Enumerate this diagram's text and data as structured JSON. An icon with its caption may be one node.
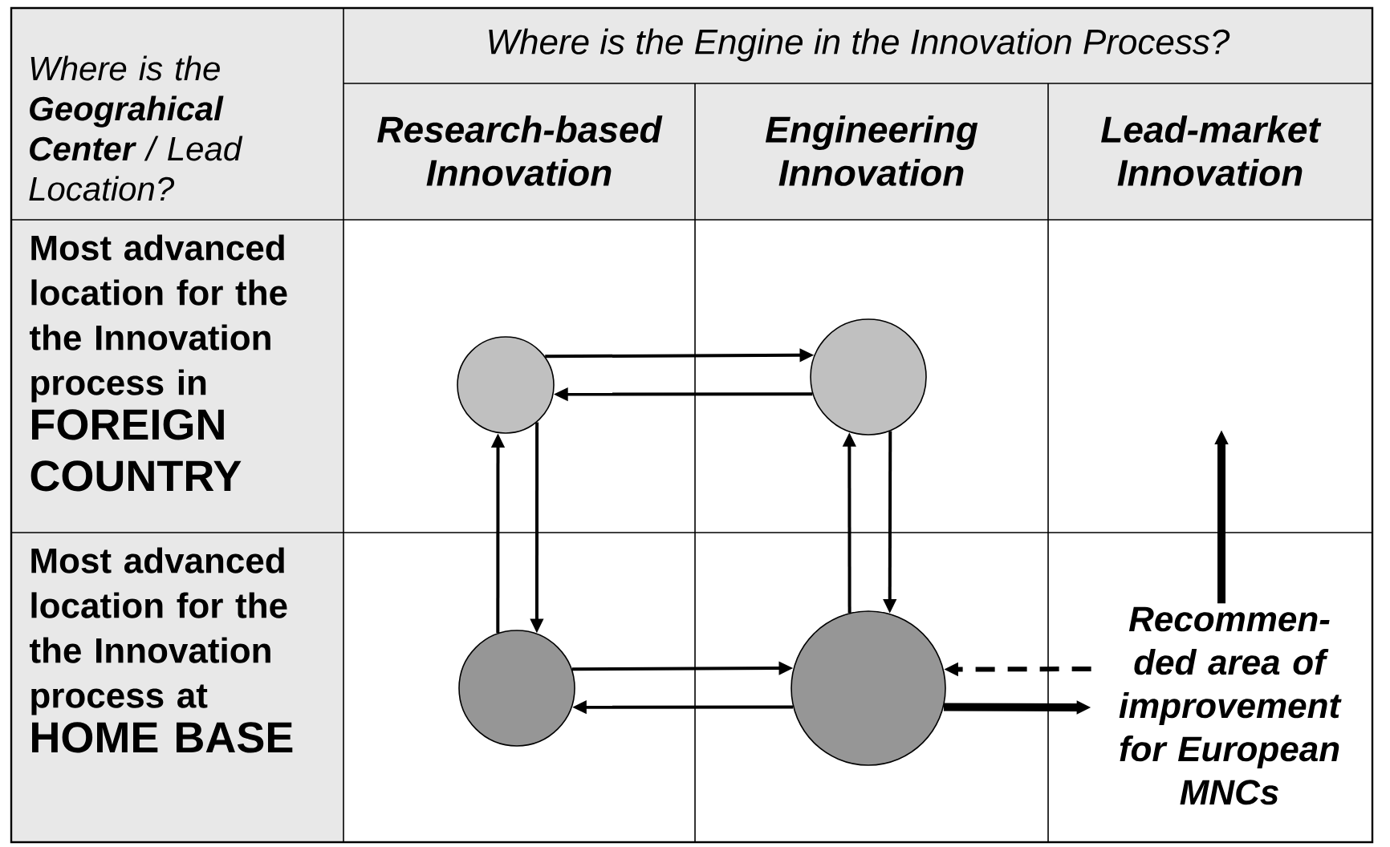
{
  "diagram": {
    "nodes": [
      {
        "text": [],
        "shape": "circle"
      },
      {
        "text": [],
        "shape": "circle"
      },
      {
        "text": [],
        "shape": "circle"
      },
      {
        "text": [],
        "shape": "circle"
      },
      {
        "text": [
          "Recommen- ded area of improvement for European MNCs"
        ]
      }
    ],
    "edges": [
      {
        "from": 0,
        "to": 1,
        "arrow": "to"
      },
      {
        "from": 1,
        "to": 0,
        "arrow": "to"
      },
      {
        "from": 2,
        "to": 0,
        "arrow": "to"
      },
      {
        "from": 0,
        "to": 2,
        "arrow": "to"
      },
      {
        "from": 3,
        "to": 1,
        "arrow": "to"
      },
      {
        "from": 1,
        "to": 3,
        "arrow": "to"
      },
      {
        "from": 2,
        "to": 3,
        "arrow": "to"
      },
      {
        "from": 3,
        "to": 2,
        "arrow": "to"
      },
      {
        "from": 4,
        "to": 3,
        "arrow": "to",
        "style": "dashed"
      },
      {
        "from": 3,
        "to": 4,
        "arrow": "to",
        "style": "thick"
      },
      {
        "from": 4,
        "to": null,
        "arrow": "to",
        "style": "thick"
      }
    ],
    "labels": [
      "Where is the **Geograhical Center** / Lead Location?",
      "Where is the Engine in the Innovation Process?",
      "Research-based Innovation",
      "Engineering Innovation",
      "Lead-market Innovation",
      "Most advanced location for the the Innovation process in",
      "FOREIGN COUNTRY",
      "Most advanced location for the the Innovation process at",
      "HOME BASE"
    ]
  }
}
